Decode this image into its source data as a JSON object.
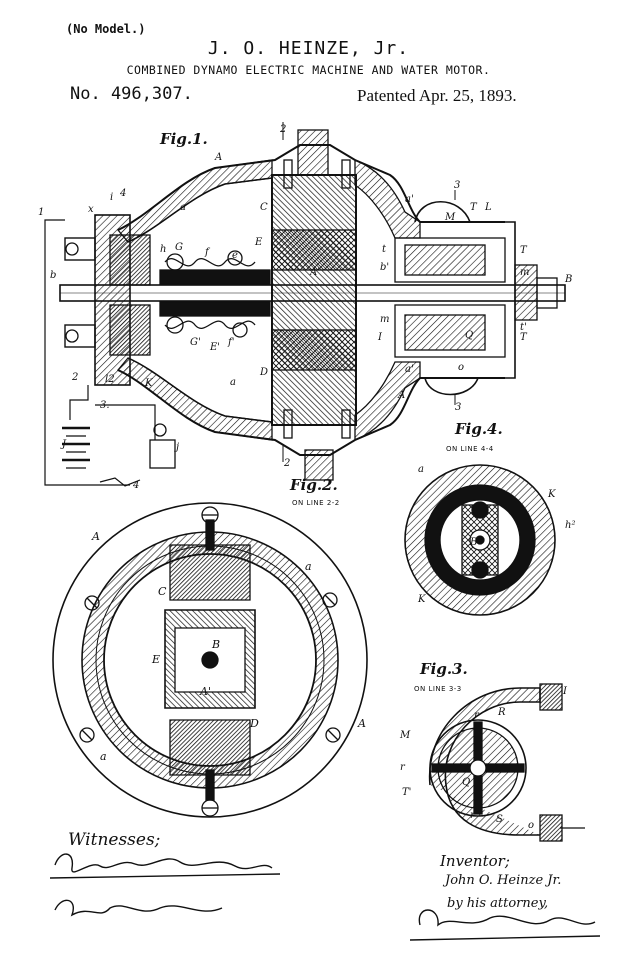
{
  "header": {
    "no_model": "(No Model.)",
    "inventor": "J. O. HEINZE, Jr.",
    "title": "COMBINED DYNAMO ELECTRIC MACHINE AND WATER MOTOR.",
    "patent_number": "No. 496,307.",
    "patent_date": "Patented Apr. 25, 1893."
  },
  "figures": {
    "fig1": {
      "label": "Fig.1."
    },
    "fig2": {
      "label": "Fig.2.",
      "line": "ON LINE 2-2"
    },
    "fig3": {
      "label": "Fig.3.",
      "line": "ON LINE 3-3"
    },
    "fig4": {
      "label": "Fig.4.",
      "line": "ON LINE 4-4"
    }
  },
  "footer": {
    "witnesses_label": "Witnesses;",
    "witness_1": "Sidney P. Hollingsworth",
    "witness_2": "Wm. S. Hodges",
    "inventor_label": "Inventor;",
    "inventor_name": "John O. Heinze Jr.",
    "attorney_line": "by his attorney,",
    "attorney_signature": "Stephen Jamme"
  },
  "colors": {
    "ink": "#111111",
    "paper": "#ffffff"
  }
}
